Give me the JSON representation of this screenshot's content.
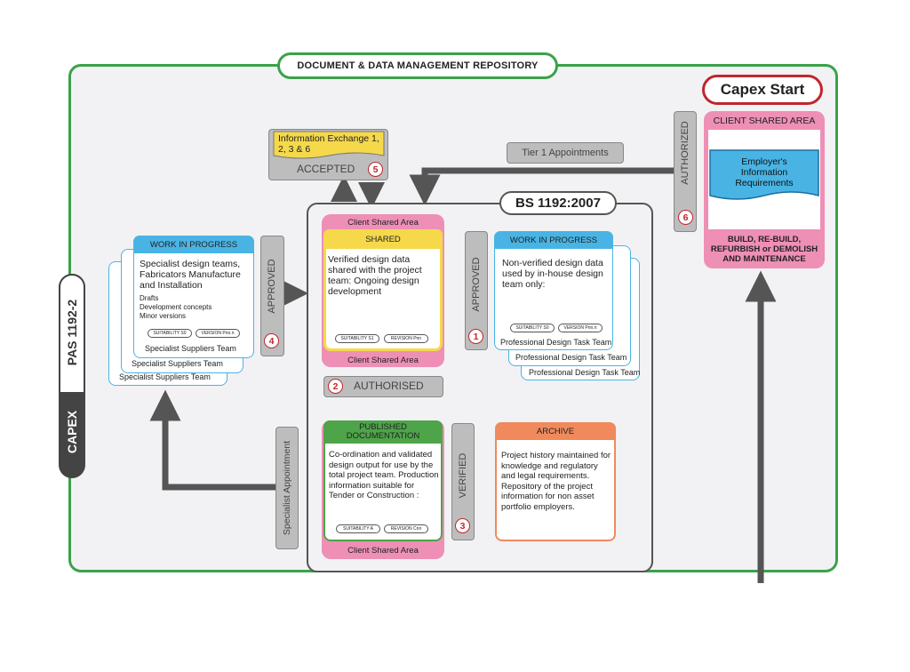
{
  "repository": {
    "title": "DOCUMENT & DATA MANAGEMENT REPOSITORY"
  },
  "side_label": {
    "standard": "PAS 1192-2",
    "phase": "CAPEX"
  },
  "capex_start": {
    "title": "Capex Start",
    "client_area": "CLIENT SHARED AREA",
    "eir": "Employer's Information Requirements",
    "footer": "BUILD, RE-BUILD, REFURBISH or DEMOLISH AND MAINTENANCE"
  },
  "tier1": "Tier 1 Appointments",
  "authorized_side": {
    "label": "AUTHORIZED",
    "number": "6"
  },
  "info_exchange": {
    "title": "Information Exchange 1, 2, 3 & 6",
    "status": "ACCEPTED",
    "number": "5"
  },
  "bs": {
    "title": "BS 1192:2007"
  },
  "shared": {
    "top_label": "Client Shared Area",
    "header": "SHARED",
    "text": "Verified design data shared with the project team: Ongoing design development",
    "suitability": "SUITABILITY S1",
    "revision": "REVISION Pnn",
    "bottom_label": "Client Shared Area"
  },
  "wip_right": {
    "header": "WORK IN PROGRESS",
    "text": "Non-verified design data used by in-house design team only:",
    "suitability": "SUITABILITY S0",
    "version": "VERSION Pnn.n",
    "teams": [
      "Professional Design Task Team",
      "Professional Design Task Team",
      "Professional Design Task Team"
    ]
  },
  "approved_right": {
    "label": "APPROVED",
    "number": "1"
  },
  "wip_left": {
    "header": "WORK IN PROGRESS",
    "text_main": "Specialist design teams, Fabricators Manufacture and Installation",
    "text_small": [
      "Drafts",
      "Development concepts",
      "Minor versions"
    ],
    "suitability": "SUITABILITY S0",
    "version": "VERSION Pnn.n",
    "teams": [
      "Specialist Suppliers Team",
      "Specialist Suppliers Team",
      "Specialist Suppliers Team"
    ]
  },
  "approved_left": {
    "label": "APPROVED",
    "number": "4"
  },
  "authorised": {
    "label": "AUTHORISED",
    "number": "2"
  },
  "published": {
    "header": "PUBLISHED DOCUMENTATION",
    "text": "Co-ordination and validated design output for use by the total project team. Production information suitable for Tender or Construction :",
    "suitability": "SUITABILITY A",
    "revision": "REVISION Cnn",
    "bottom_label": "Client Shared Area"
  },
  "verified": {
    "label": "VERIFIED",
    "number": "3"
  },
  "archive": {
    "header": "ARCHIVE",
    "text": "Project history maintained for knowledge and regulatory and legal requirements. Repository of the project information for non asset portfolio employers."
  },
  "specialist_appointment": "Specialist Appointment",
  "colors": {
    "frame_green": "#3aa24a",
    "pink": "#ee8fb6",
    "blue": "#49b4e4",
    "yellow": "#f5d94a",
    "green": "#4ea449",
    "orange": "#f08a5d",
    "gray": "#bdbdbd",
    "red": "#c0262d",
    "arrow": "#555555"
  }
}
